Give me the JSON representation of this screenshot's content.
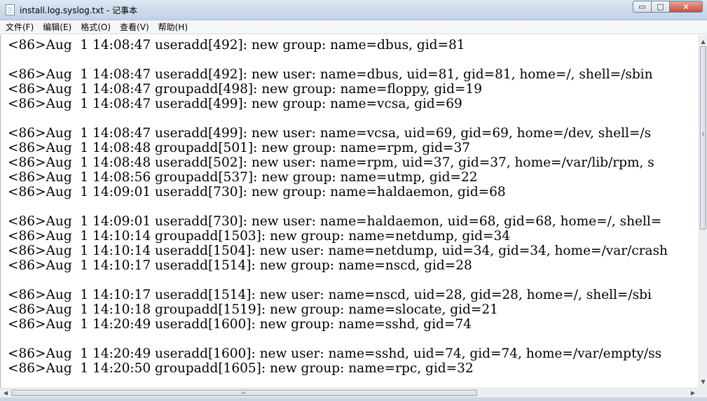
{
  "window": {
    "title": "install.log.syslog.txt - 记事本",
    "min_glyph": "▭",
    "max_glyph": "□",
    "close_glyph": "✕"
  },
  "menu": [
    "文件(F)",
    "编辑(E)",
    "格式(O)",
    "查看(V)",
    "帮助(H)"
  ],
  "lines": [
    "<86>Aug  1 14:08:47 useradd[492]: new group: name=dbus, gid=81",
    "",
    "<86>Aug  1 14:08:47 useradd[492]: new user: name=dbus, uid=81, gid=81, home=/, shell=/sbin",
    "<86>Aug  1 14:08:47 groupadd[498]: new group: name=floppy, gid=19",
    "<86>Aug  1 14:08:47 useradd[499]: new group: name=vcsa, gid=69",
    "",
    "<86>Aug  1 14:08:47 useradd[499]: new user: name=vcsa, uid=69, gid=69, home=/dev, shell=/s",
    "<86>Aug  1 14:08:48 groupadd[501]: new group: name=rpm, gid=37",
    "<86>Aug  1 14:08:48 useradd[502]: new user: name=rpm, uid=37, gid=37, home=/var/lib/rpm, s",
    "<86>Aug  1 14:08:56 groupadd[537]: new group: name=utmp, gid=22",
    "<86>Aug  1 14:09:01 useradd[730]: new group: name=haldaemon, gid=68",
    "",
    "<86>Aug  1 14:09:01 useradd[730]: new user: name=haldaemon, uid=68, gid=68, home=/, shell=",
    "<86>Aug  1 14:10:14 groupadd[1503]: new group: name=netdump, gid=34",
    "<86>Aug  1 14:10:14 useradd[1504]: new user: name=netdump, uid=34, gid=34, home=/var/crash",
    "<86>Aug  1 14:10:17 useradd[1514]: new group: name=nscd, gid=28",
    "",
    "<86>Aug  1 14:10:17 useradd[1514]: new user: name=nscd, uid=28, gid=28, home=/, shell=/sbi",
    "<86>Aug  1 14:10:18 groupadd[1519]: new group: name=slocate, gid=21",
    "<86>Aug  1 14:20:49 useradd[1600]: new group: name=sshd, gid=74",
    "",
    "<86>Aug  1 14:20:49 useradd[1600]: new user: name=sshd, uid=74, gid=74, home=/var/empty/ss",
    "<86>Aug  1 14:20:50 groupadd[1605]: new group: name=rpc, gid=32"
  ],
  "scroll": {
    "up": "▲",
    "down": "▼",
    "left": "◀",
    "right": "▶"
  },
  "icons": {
    "app": "notepad-icon",
    "minimize": "minimize-icon",
    "maximize": "maximize-icon",
    "close": "close-icon"
  }
}
